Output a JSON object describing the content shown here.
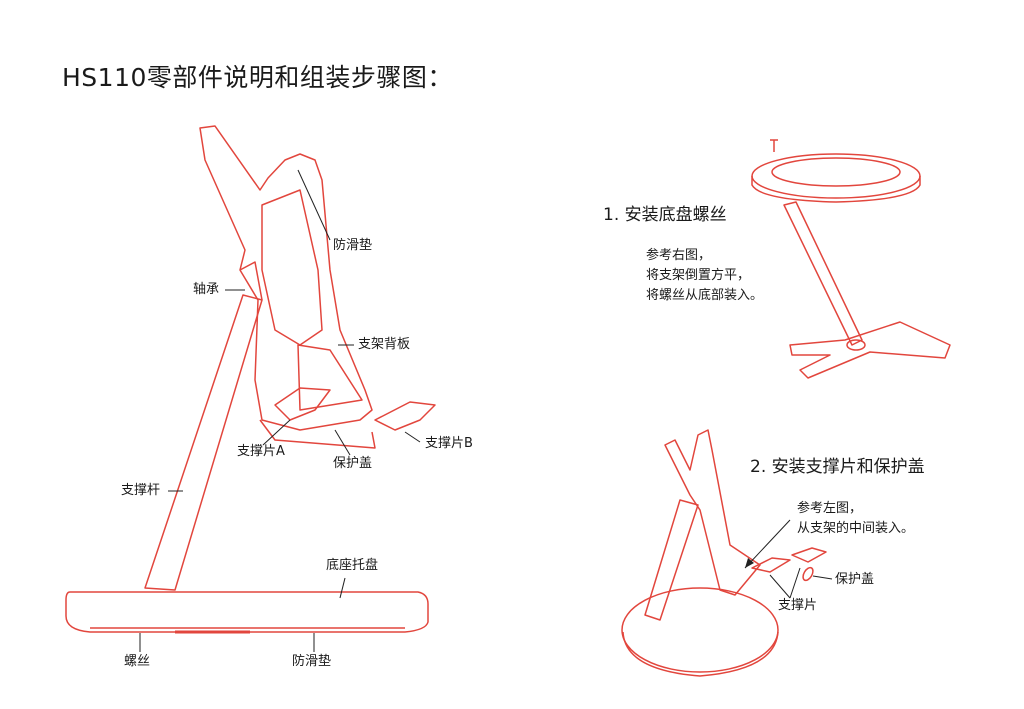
{
  "title": "HS110零部件说明和组装步骤图：",
  "colors": {
    "line_art": "#e2463d",
    "text": "#1a1a1a"
  },
  "parts": {
    "anti_slip_pad_top": "防滑垫",
    "bearing": "轴承",
    "back_plate": "支架背板",
    "support_a": "支撑片A",
    "protective_cover": "保护盖",
    "support_b": "支撑片B",
    "support_rod": "支撑杆",
    "base_tray": "底座托盘",
    "screw": "螺丝",
    "anti_slip_pad_bottom": "防滑垫"
  },
  "step1": {
    "title": "1. 安装底盘螺丝",
    "lines": [
      "参考右图，",
      "将支架倒置方平，",
      "将螺丝从底部装入。"
    ]
  },
  "step2": {
    "title": "2. 安装支撑片和保护盖",
    "lines": [
      "参考左图，",
      "从支架的中间装入。"
    ],
    "cover_label": "保护盖",
    "support_label": "支撑片"
  }
}
